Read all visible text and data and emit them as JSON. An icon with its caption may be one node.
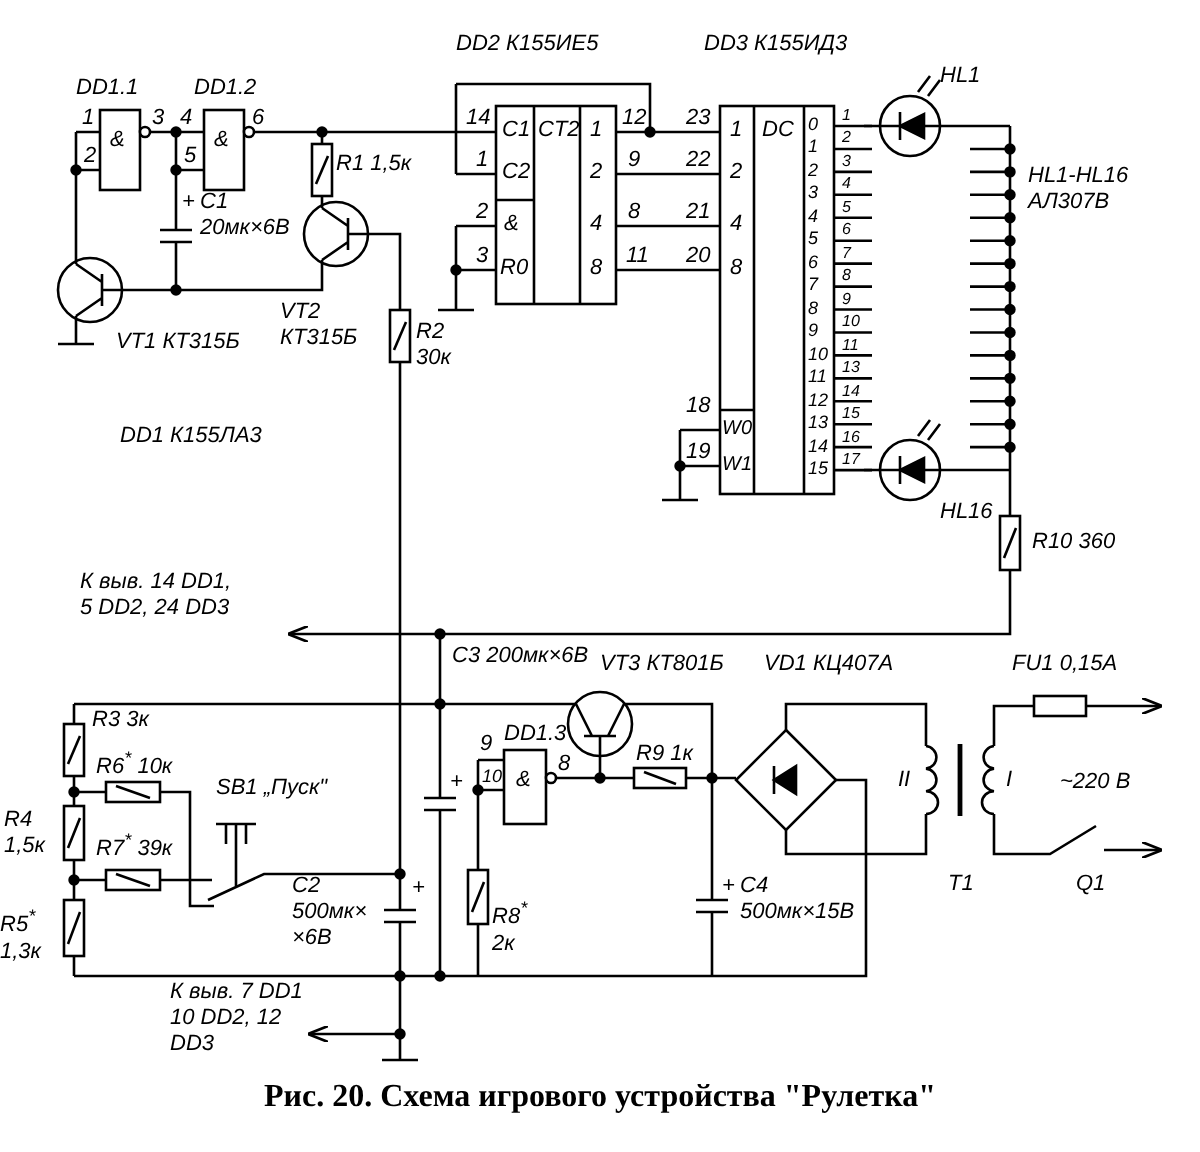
{
  "diagram": {
    "caption": "Рис. 20. Схема игрового устройства \"Рулетка\"",
    "labels": [
      "DD2 К155ИЕ5",
      "DD3 К155ИД3",
      "DD1.1",
      "DD1.2",
      "HL1",
      "1",
      "&",
      "3",
      "4",
      "&",
      "6",
      "2",
      "5",
      "14",
      "C1",
      "CT2",
      "1",
      "12",
      "23",
      "1",
      "DC",
      "R1 1,5к",
      "1",
      "C2",
      "2",
      "9",
      "22",
      "2",
      "HL1-HL16 АЛ307В",
      "+",
      "C1 20мк×6В",
      "2",
      "&",
      "4",
      "8",
      "21",
      "4",
      "3",
      "R0",
      "8",
      "11",
      "20",
      "8",
      "VT1 КТ315Б",
      "VT2 КТ315Б",
      "R2 30к",
      "W0",
      "W1",
      "18",
      "19",
      "DD1 К155ЛА3",
      "HL16",
      "R10 360",
      "0",
      "1",
      "2",
      "3",
      "4",
      "5",
      "6",
      "7",
      "8",
      "9",
      "10",
      "11",
      "12",
      "13",
      "14",
      "15",
      "1",
      "2",
      "3",
      "4",
      "5",
      "6",
      "7",
      "8",
      "9",
      "10",
      "11",
      "13",
      "14",
      "15",
      "16",
      "17",
      "К выв. 14 DD1, 5 DD2, 24 DD3",
      "C3 200мк×6В",
      "VT3 КТ801Б",
      "VD1 КЦ407А",
      "FU1 0,15А",
      "R3 3к",
      "DD1.3",
      "9",
      "R6$^{*}$ 10к",
      "8",
      "R9 1к",
      "SB1 „Пуск\"",
      "+",
      "10",
      "&",
      "II",
      "I",
      "~220 В",
      "R4 1,5к",
      "R7$^{*}$ 39к",
      "R5$^{*}$ 1,3к",
      "C2 500мк× ×6В",
      "+",
      "R8$^{*}$ 2к",
      "+",
      "C4 500мк×15В",
      "T1",
      "Q1",
      "К выв. 7 DD1 10 DD2, 12 DD3"
    ]
  }
}
